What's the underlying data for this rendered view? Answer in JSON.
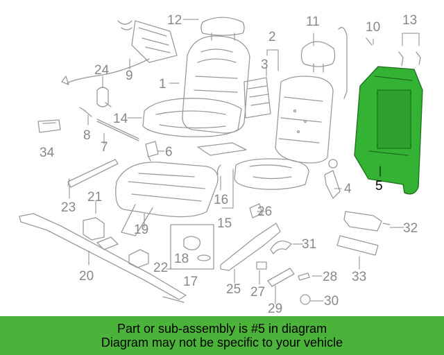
{
  "callouts": {
    "c1": "1",
    "c2": "2",
    "c3": "3",
    "c4": "4",
    "c5": "5",
    "c6": "6",
    "c7": "7",
    "c8": "8",
    "c9": "9",
    "c10": "10",
    "c11": "11",
    "c12": "12",
    "c13": "13",
    "c14": "14",
    "c15": "15",
    "c16": "16",
    "c17": "17",
    "c18": "18",
    "c19": "19",
    "c20": "20",
    "c21": "21",
    "c22": "22",
    "c23": "23",
    "c24": "24",
    "c25": "25",
    "c26": "26",
    "c27": "27",
    "c28": "28",
    "c29": "29",
    "c30": "30",
    "c31": "31",
    "c32": "32",
    "c33": "33",
    "c34": "34"
  },
  "highlighted_part": "5",
  "colors": {
    "highlight": "#33b233",
    "line": "#9a9a9a",
    "banner": "#4cb33a"
  },
  "banner": {
    "line1": "Part or sub-assembly is #5 in diagram",
    "line2": "Diagram may not be specific to your vehicle"
  }
}
